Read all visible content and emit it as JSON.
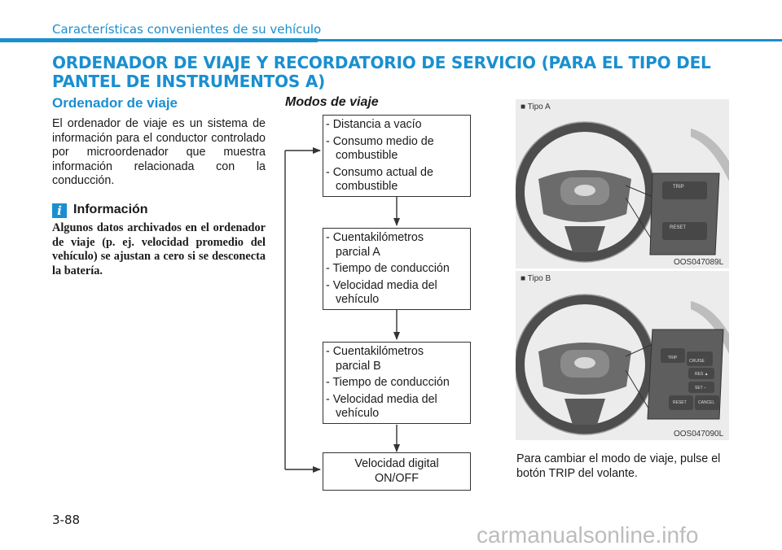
{
  "header": {
    "section": "Características convenientes de su vehículo"
  },
  "title": "ORDENADOR DE VIAJE Y RECORDATORIO DE SERVICIO (PARA EL TIPO DEL PANTEL DE INSTRUMENTOS A)",
  "left": {
    "heading": "Ordenador de viaje",
    "paragraph": "El ordenador de viaje es un sistema de información para el conductor controlado por microordenador que muestra información relacionada con la conducción.",
    "info_icon": "i",
    "info_heading": "Información",
    "info_text": "Algunos datos archivados en el ordenador de viaje (p. ej. velocidad promedio del vehículo) se ajustan a cero si se desconecta la batería."
  },
  "modes": {
    "heading": "Modos de viaje",
    "box1": {
      "l1": "- Distancia a vacío",
      "l2a": "- Consumo medio de",
      "l2b": "combustible",
      "l3a": "- Consumo actual de",
      "l3b": "combustible"
    },
    "box2": {
      "l1a": "- Cuentakilómetros",
      "l1b": "parcial A",
      "l2": "- Tiempo de conducción",
      "l3a": "- Velocidad media del",
      "l3b": "vehículo"
    },
    "box3": {
      "l1a": "- Cuentakilómetros",
      "l1b": "parcial B",
      "l2": "- Tiempo de conducción",
      "l3a": "- Velocidad media del",
      "l3b": "vehículo"
    },
    "box4": {
      "l1": "Velocidad digital",
      "l2": "ON/OFF"
    }
  },
  "right": {
    "tipo_a": "■ Tipo A",
    "code_a": "OOS047089L",
    "tipo_b": "■ Tipo B",
    "code_b": "OOS047090L",
    "buttons_a": {
      "trip": "TRIP",
      "reset": "RESET"
    },
    "buttons_b": {
      "trip": "TRIP",
      "cruise": "CRUISE",
      "res": "RES ▲",
      "set": "SET –",
      "reset": "RESET",
      "cancel": "CANCEL"
    },
    "paragraph": "Para cambiar el modo de viaje, pulse el botón TRIP del volante."
  },
  "footer": {
    "page": "3-88",
    "watermark": "carmanualsonline.info"
  },
  "colors": {
    "accent": "#1a8fd0",
    "panel": "#ececec"
  }
}
